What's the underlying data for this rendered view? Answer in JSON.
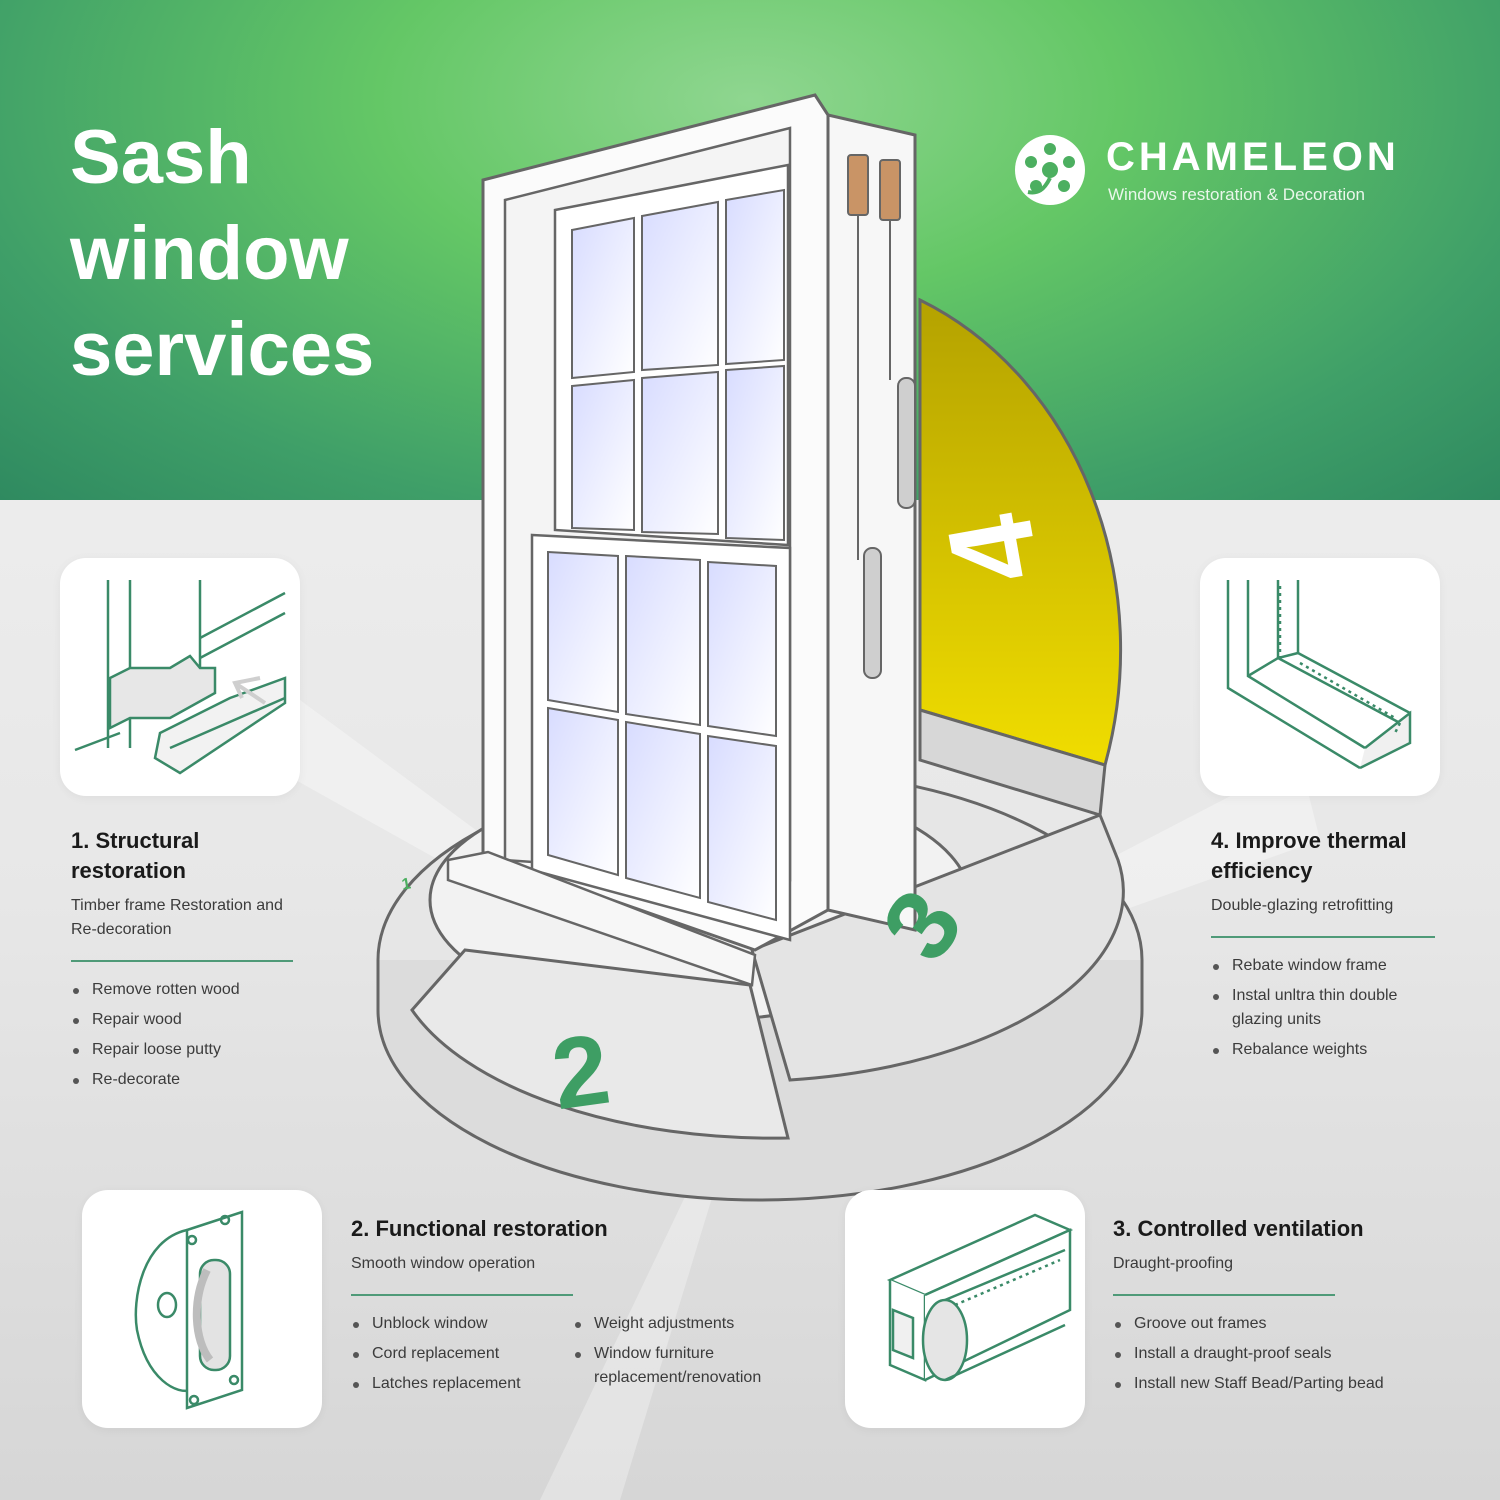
{
  "title": "Sash\nwindow\nservices",
  "brand": {
    "name": "CHAMELEON",
    "tagline": "Windows restoration & Decoration",
    "logo_icon": "flower-dots-icon"
  },
  "markers": [
    "1",
    "2",
    "3",
    "4"
  ],
  "colors": {
    "green": "#4caf60",
    "dark_green": "#2f8a60",
    "yellow": "#d9c400",
    "line": "#4f9a78"
  },
  "sections": [
    {
      "title": "1. Structural restoration",
      "subtitle": "Timber frame Restoration and Re-decoration",
      "icon": "timber-frame-repair-icon",
      "items": [
        "Remove rotten wood",
        "Repair wood",
        "Repair loose putty",
        "Re-decorate"
      ]
    },
    {
      "title": "2. Functional restoration",
      "subtitle": "Smooth window operation",
      "icon": "sash-pulley-icon",
      "items_col1": [
        "Unblock window",
        "Cord replacement",
        "Latches replacement"
      ],
      "items_col2": [
        "Weight adjustments",
        "Window furniture replacement/renovation"
      ]
    },
    {
      "title": "3. Controlled ventilation",
      "subtitle": "Draught-proofing",
      "icon": "draught-seal-bead-icon",
      "items": [
        "Groove out frames",
        "Install a draught-proof seals",
        "Install new Staff Bead/Parting bead"
      ]
    },
    {
      "title": "4. Improve thermal efficiency",
      "subtitle": "Double-glazing retrofitting",
      "icon": "rebated-frame-icon",
      "items": [
        "Rebate window frame",
        "Instal unltra thin double glazing units",
        "Rebalance weights"
      ]
    }
  ]
}
